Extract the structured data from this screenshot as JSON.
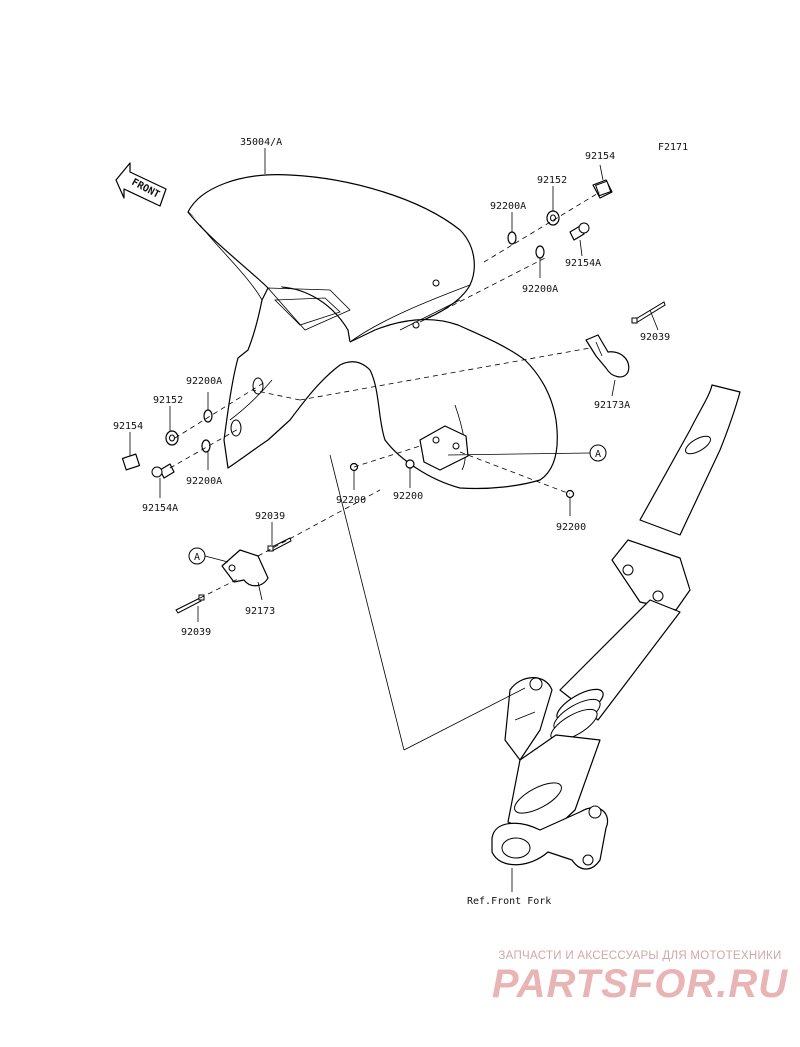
{
  "diagram": {
    "code": "F2171",
    "front_label": "FRONT",
    "ref_label": "Ref.Front Fork",
    "callout": "A",
    "parts": {
      "fender": "35004/A",
      "bolt": "92154",
      "collar": "92152",
      "washer": "92200A",
      "screw": "92154A",
      "cable_tie": "92039",
      "clamp": "92173",
      "clamp_a": "92173A",
      "nut": "92200"
    }
  },
  "watermark": {
    "tagline": "ЗАПЧАСТИ И АКСЕССУАРЫ ДЛЯ МОТОТЕХНИКИ",
    "logo": "PARTSFOR.RU"
  }
}
